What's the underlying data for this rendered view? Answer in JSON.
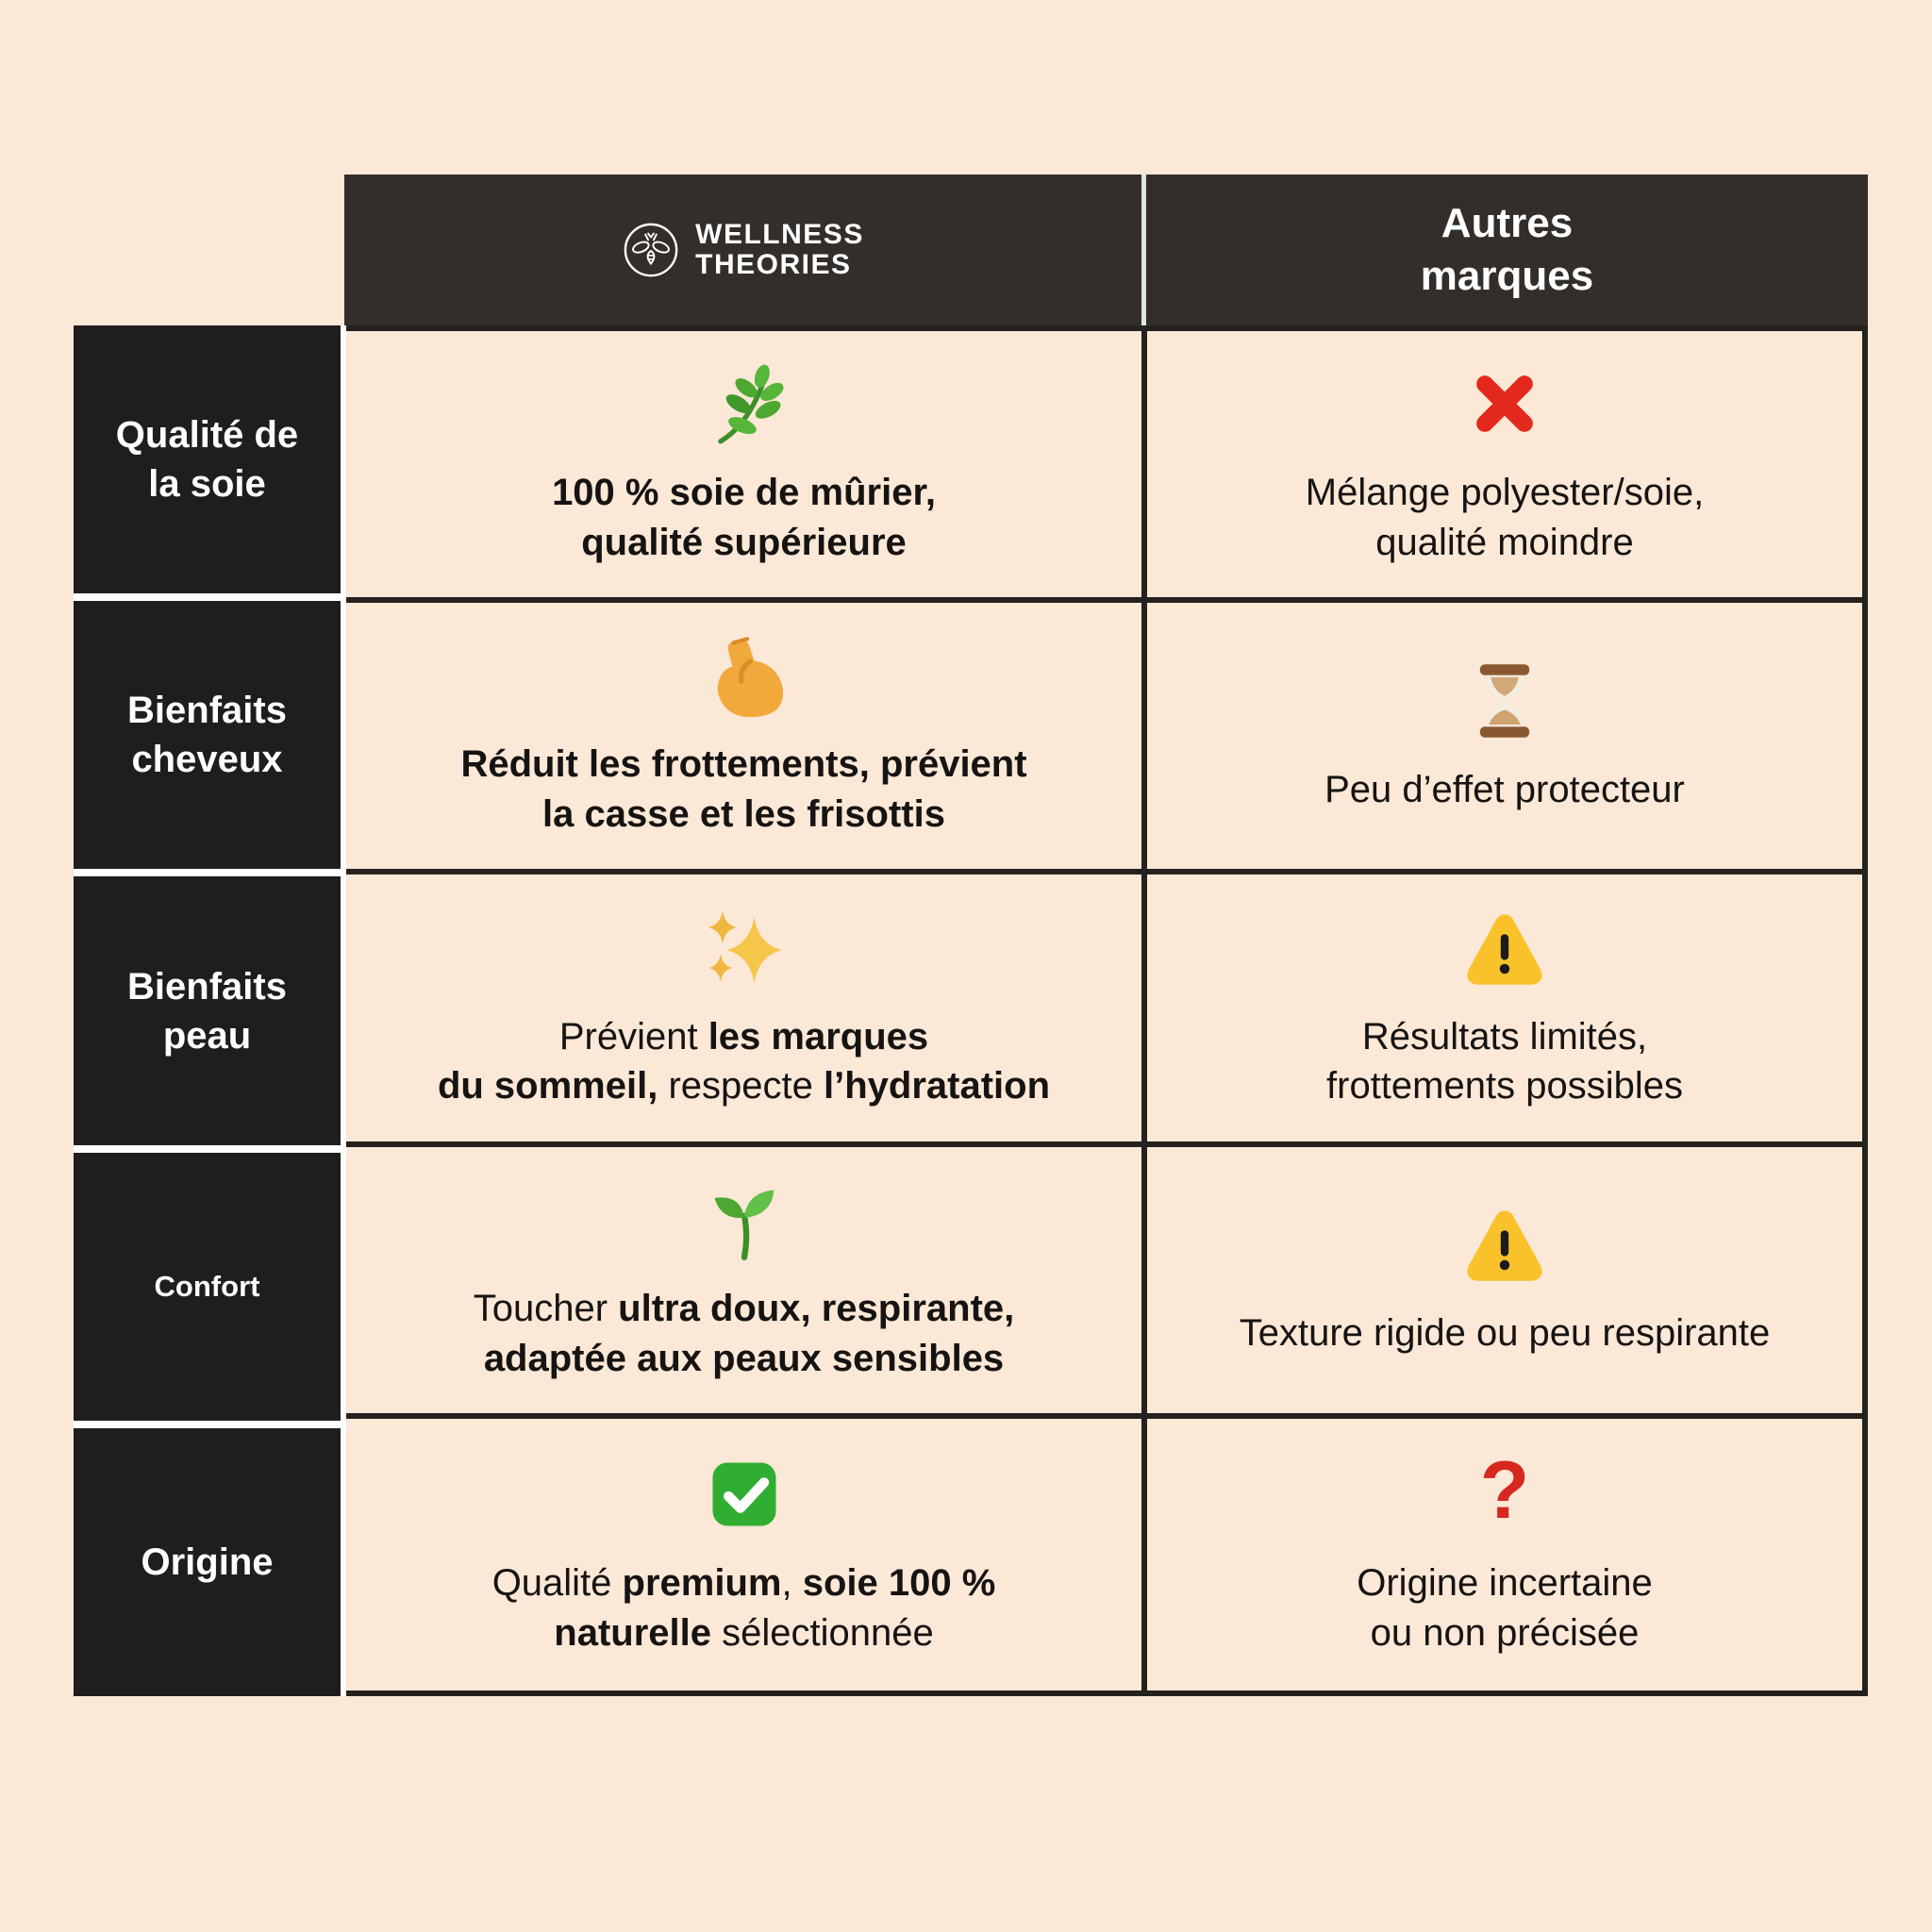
{
  "colors": {
    "page_bg": "#fce8d6",
    "header_bg": "#332e2a",
    "label_bg": "#201d1d",
    "table_border": "#25211e",
    "text_dark": "#161313",
    "cross_red": "#e3291d",
    "check_green": "#2fae33",
    "warning_yellow": "#f9c22b",
    "question_red": "#d6281e"
  },
  "header": {
    "brand": {
      "logo_icon": "bee-icon",
      "logo_line1": "WELLNESS",
      "logo_line2": "THEORIES"
    },
    "competitor": {
      "label": "Autres\nmarques"
    }
  },
  "rows": [
    {
      "label": "Qualité de\nla soie",
      "brand": {
        "icon": "herb",
        "segments": [
          {
            "t": "100 % soie de mûrier,\nqualité supérieure",
            "b": true
          }
        ]
      },
      "others": {
        "icon": "cross",
        "segments": [
          {
            "t": "Mélange polyester/soie,\nqualité moindre",
            "b": false
          }
        ]
      }
    },
    {
      "label": "Bienfaits\ncheveux",
      "brand": {
        "icon": "biceps",
        "segments": [
          {
            "t": "Réduit les frottements, prévient\nla casse et les frisottis",
            "b": true
          }
        ]
      },
      "others": {
        "icon": "hourglass",
        "segments": [
          {
            "t": "Peu d’effet protecteur",
            "b": false
          }
        ]
      }
    },
    {
      "label": "Bienfaits\npeau",
      "brand": {
        "icon": "sparkles",
        "segments": [
          {
            "t": "Prévient ",
            "b": false
          },
          {
            "t": "les marques\ndu sommeil,",
            "b": true
          },
          {
            "t": " respecte ",
            "b": false
          },
          {
            "t": "l’hydratation",
            "b": true
          }
        ]
      },
      "others": {
        "icon": "warning",
        "segments": [
          {
            "t": "Résultats limités,\nfrottements possibles",
            "b": false
          }
        ]
      }
    },
    {
      "label": "Confort",
      "brand": {
        "icon": "seedling",
        "segments": [
          {
            "t": "Toucher ",
            "b": false
          },
          {
            "t": "ultra doux, respirante,\nadaptée aux peaux sensibles",
            "b": true
          }
        ]
      },
      "others": {
        "icon": "warning",
        "segments": [
          {
            "t": "Texture rigide ou peu respirante",
            "b": false
          }
        ]
      }
    },
    {
      "label": "Origine",
      "brand": {
        "icon": "check",
        "segments": [
          {
            "t": "Qualité ",
            "b": false
          },
          {
            "t": "premium",
            "b": true
          },
          {
            "t": ", ",
            "b": false
          },
          {
            "t": "soie 100 %\nnaturelle",
            "b": true
          },
          {
            "t": " sélectionnée",
            "b": false
          }
        ]
      },
      "others": {
        "icon": "question",
        "segments": [
          {
            "t": "Origine incertaine\nou non précisée",
            "b": false
          }
        ]
      }
    }
  ]
}
